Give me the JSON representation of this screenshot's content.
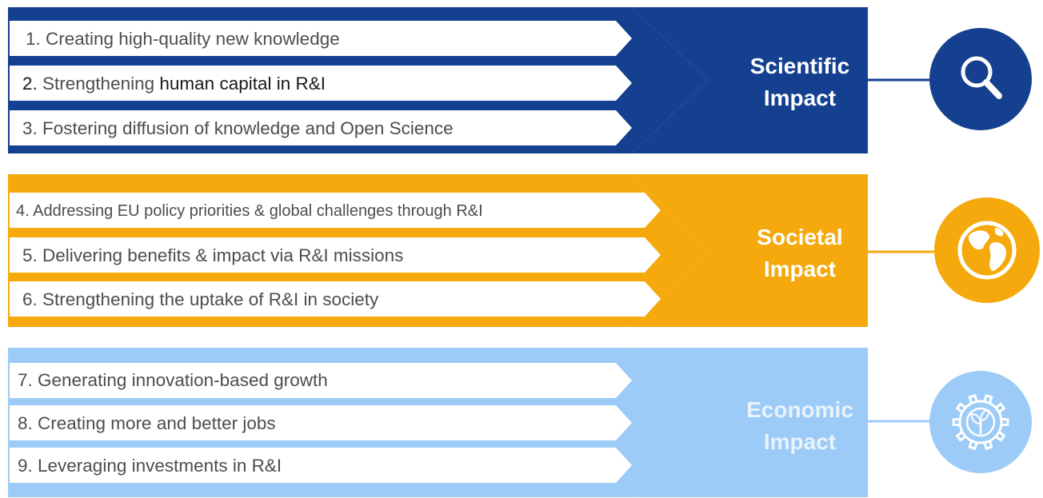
{
  "colors": {
    "scientific": "#15408f",
    "societal": "#f5a90c",
    "economic": "#9ccbf7",
    "scientific_title": "#ffffff",
    "societal_title": "#ffffff",
    "economic_title": "#e8f3fd",
    "item_text": "#4d4d4d",
    "item_text_dark": "#1a1a1a",
    "item_box": "#ffffff"
  },
  "pathways": [
    {
      "id": "scientific",
      "title_line1": "Scientific",
      "title_line2": "Impact",
      "icon": "magnifier-icon",
      "items": [
        {
          "label": "1. Creating high-quality new knowledge"
        },
        {
          "num": "2.",
          "muted": " Strengthening",
          "dark": " human capital in R&I"
        },
        {
          "label": "3. Fostering diffusion of knowledge and Open Science"
        }
      ]
    },
    {
      "id": "societal",
      "title_line1": "Societal",
      "title_line2": "Impact",
      "icon": "globe-icon",
      "items": [
        {
          "label": "4. Addressing EU policy priorities & global challenges through R&I"
        },
        {
          "label": "5. Delivering benefits & impact via R&I missions"
        },
        {
          "label": "6. Strengthening the uptake of R&I in society"
        }
      ]
    },
    {
      "id": "economic",
      "title_line1": "Economic",
      "title_line2": "Impact",
      "icon": "gear-plant-icon",
      "items": [
        {
          "label": "7. Generating innovation-based growth"
        },
        {
          "label": "8. Creating more and better jobs"
        },
        {
          "label": "9. Leveraging investments in R&I"
        }
      ]
    }
  ]
}
